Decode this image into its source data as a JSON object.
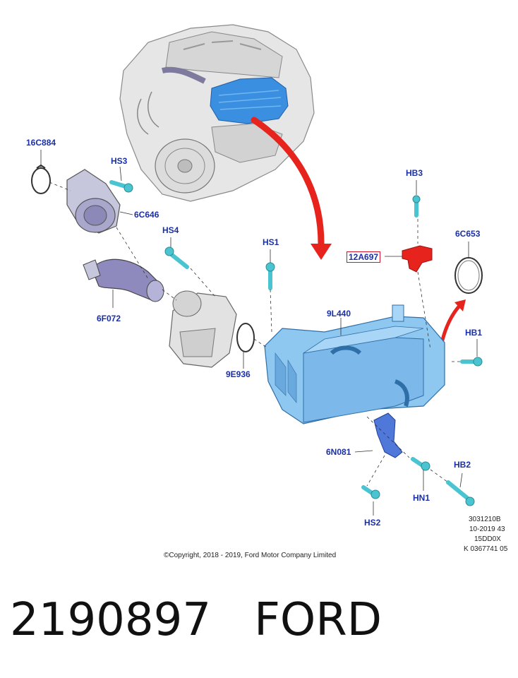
{
  "diagram": {
    "part_labels": {
      "p16C884": "16C884",
      "pHS3": "HS3",
      "p6C646": "6C646",
      "pHS4": "HS4",
      "p6F072": "6F072",
      "pHS1": "HS1",
      "p9E936": "9E936",
      "p9L440": "9L440",
      "pHB3": "HB3",
      "p12A697": "12A697",
      "p6C653": "6C653",
      "pHB1": "HB1",
      "p6N081": "6N081",
      "pHN1": "HN1",
      "pHB2": "HB2",
      "pHS2": "HS2"
    },
    "info_lines": [
      "3031210B",
      "10-2019 43",
      "15DD0X",
      "K 0367741 05"
    ],
    "copyright": "©Copyright, 2018 - 2019, Ford Motor Company Limited",
    "colors": {
      "highlight": "#3b8fe0",
      "part_fill": "#8ec7f0",
      "fastener": "#49c4d0",
      "accent_red": "#e6231c",
      "gray_part": "#cfcfcf",
      "label_blue": "#1a2fa8"
    }
  },
  "footer": {
    "part_number": "2190897",
    "brand": "FORD"
  }
}
